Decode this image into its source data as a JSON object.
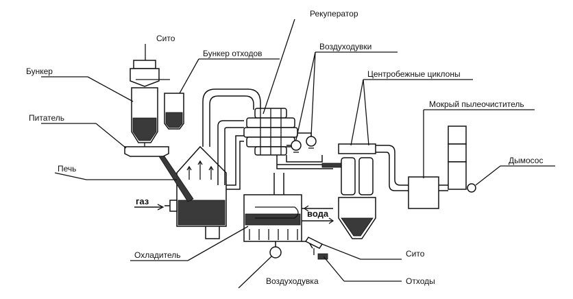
{
  "labels": {
    "sito_top": "Сито",
    "bunker_othodov": "Бункер отходов",
    "bunker": "Бункер",
    "pitatel": "Питатель",
    "pech": "Печь",
    "gaz": "газ",
    "rekuperator": "Рекуператор",
    "vozduhoduvki": "Воздуходувки",
    "cyclones": "Центробежные циклоны",
    "mokry": "Мокрый пылеочиститель",
    "dymosos": "Дымосос",
    "voda": "вода",
    "ohladitel": "Охладитель",
    "sito_bottom": "Сито",
    "vozduhoduvka": "Воздуходувка",
    "othody": "Отходы"
  }
}
